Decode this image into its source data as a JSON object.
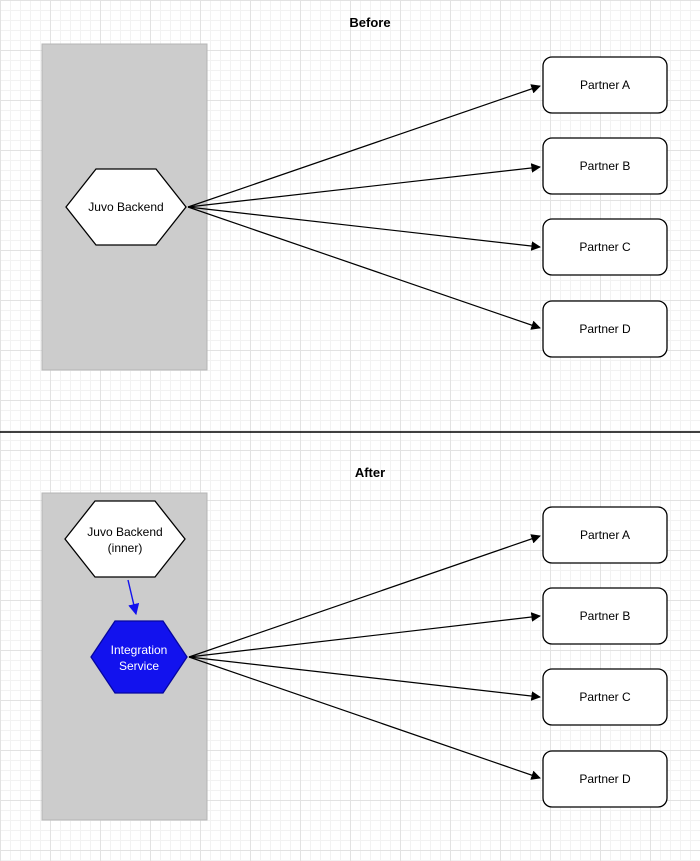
{
  "colors": {
    "accent_blue": "#1212ee",
    "accent_blue_dark": "#0505a0",
    "container_fill": "#cccccc",
    "node_fill": "#ffffff",
    "stroke": "#000000"
  },
  "before": {
    "title": "Before",
    "backend_label": "Juvo Backend",
    "partners": [
      "Partner A",
      "Partner B",
      "Partner C",
      "Partner D"
    ]
  },
  "after": {
    "title": "After",
    "backend_label_line1": "Juvo Backend",
    "backend_label_line2": "(inner)",
    "integration_label_line1": "Integration",
    "integration_label_line2": "Service",
    "partners": [
      "Partner A",
      "Partner B",
      "Partner C",
      "Partner D"
    ]
  }
}
